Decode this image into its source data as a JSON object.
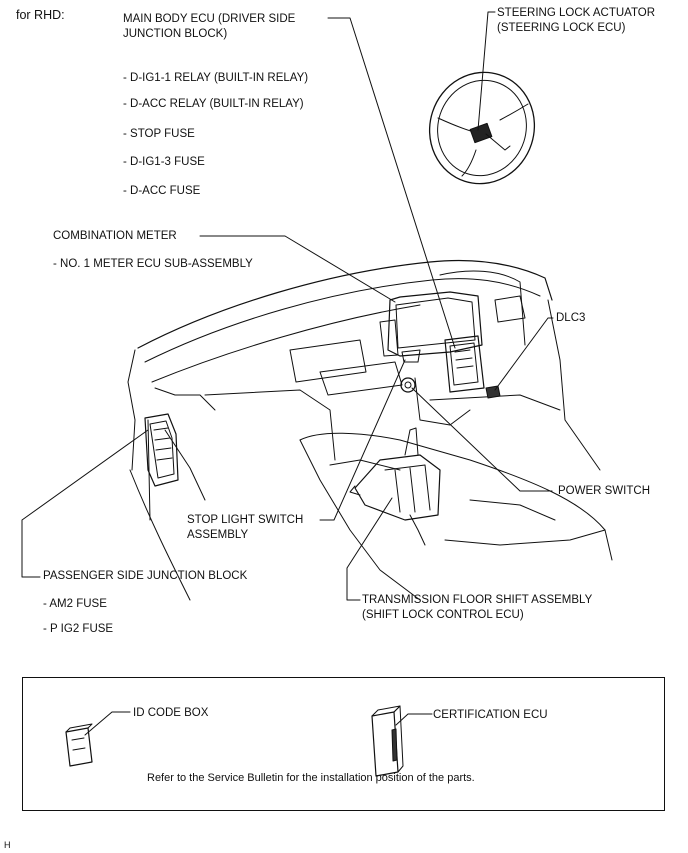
{
  "header": {
    "variant": "for RHD:"
  },
  "labels": {
    "main_body_ecu": {
      "line1": "MAIN BODY ECU (DRIVER SIDE",
      "line2": "JUNCTION BLOCK)"
    },
    "main_body_ecu_parts": [
      "- D-IG1-1 RELAY (BUILT-IN RELAY)",
      "- D-ACC RELAY (BUILT-IN RELAY)",
      "- STOP FUSE",
      "- D-IG1-3 FUSE",
      "- D-ACC FUSE"
    ],
    "steering_lock": {
      "line1": "STEERING LOCK ACTUATOR",
      "line2": "(STEERING LOCK ECU)"
    },
    "combination_meter": "COMBINATION METER",
    "combination_meter_parts": [
      "- NO. 1 METER ECU SUB-ASSEMBLY"
    ],
    "dlc3": "DLC3",
    "power_switch": "POWER SWITCH",
    "stop_light_switch": {
      "line1": "STOP LIGHT SWITCH",
      "line2": "ASSEMBLY"
    },
    "passenger_jb": "PASSENGER SIDE JUNCTION BLOCK",
    "passenger_jb_parts": [
      "- AM2 FUSE",
      "- P IG2 FUSE"
    ],
    "transmission": {
      "line1": "TRANSMISSION FLOOR SHIFT ASSEMBLY",
      "line2": "(SHIFT LOCK CONTROL ECU)"
    }
  },
  "inset": {
    "id_code_box": "ID CODE BOX",
    "certification_ecu": "CERTIFICATION ECU",
    "note": "Refer to the Service Bulletin for the installation position of the parts."
  },
  "footer": {
    "code": "H"
  }
}
